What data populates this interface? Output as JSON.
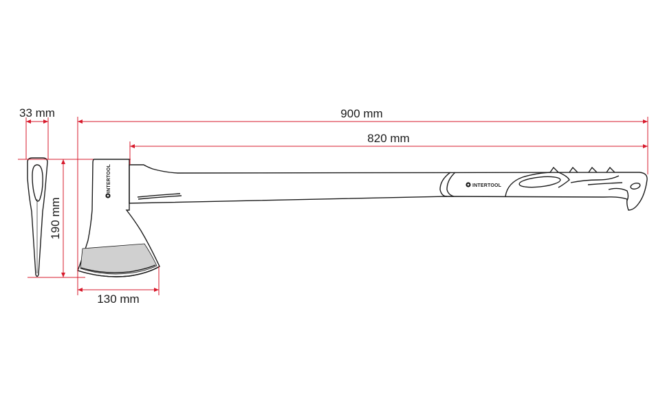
{
  "dimensions": {
    "thickness": "33 mm",
    "total_length": "900 mm",
    "handle_length": "820 mm",
    "head_height": "190 mm",
    "blade_width": "130 mm"
  },
  "brand": {
    "head_label": "INTERTOOL",
    "handle_label": "INTERTOOL"
  },
  "colors": {
    "dimension_lines": "#d7192b",
    "outline": "#1a1a1a",
    "handle_fill": "#ffffff",
    "head_fill": "#ffffff",
    "blade_fill": "#d0d0d0"
  }
}
